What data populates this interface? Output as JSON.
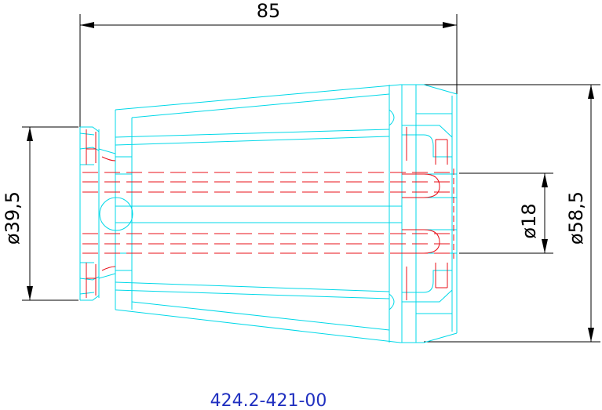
{
  "dimensions": {
    "overall_length": "85",
    "small_diameter": "ø39,5",
    "bore_diameter": "ø18",
    "large_diameter": "ø58,5"
  },
  "part_number": "424.2-421-00",
  "colors": {
    "outline": "#00d8e8",
    "hidden": "#e8101a",
    "dimension": "#000000",
    "part_number": "#2030c0"
  }
}
